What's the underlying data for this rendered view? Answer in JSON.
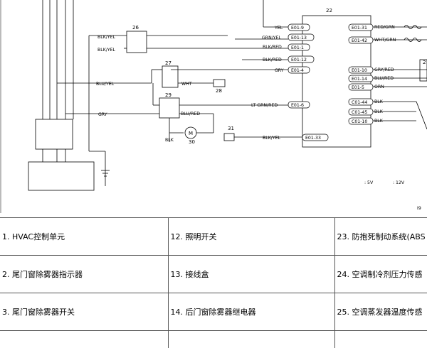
{
  "diagram": {
    "connector_numbers": [
      "22",
      "26",
      "27",
      "28",
      "29",
      "30",
      "31"
    ],
    "wire_labels": {
      "blk_yel_1": "BLK/YEL",
      "blk_yel_2": "BLK/YEL",
      "blu_yel": "BLU/YEL",
      "gry": "GRY",
      "wht": "WHT",
      "blu_red": "BLU/RED",
      "blk": "BLK",
      "yel_r": "YEL",
      "grn_yel_r": "GRN/YEL",
      "blk_red_r1": "BLK/RED",
      "blk_red_r2": "BLK/RED",
      "gry_r": "GRY",
      "lt_grn_red": "LT GRN/RED",
      "blk_yel_r": "BLK/YEL",
      "red_grn": "RED/GRN",
      "wht_grn": "WHT/GRN",
      "gry_red": "GRY/RED",
      "blu_red_r": "BLU/RED",
      "orn": "ORN",
      "blk_c1": "BLK",
      "blk_c2": "BLK",
      "blk_c3": "BLK"
    },
    "pins": {
      "e01_9": "E01-9",
      "e01_13": "E01-13",
      "e01_1": "E01-1",
      "e01_12": "E01-12",
      "e01_4": "E01-4",
      "e01_6": "E01-6",
      "e01_33": "E01-33",
      "e01_31": "E01-31",
      "e01_42": "E01-42",
      "e01_10": "E01-10",
      "e01_14": "E01-14",
      "e01_5": "E01-5",
      "c01_44": "C01-44",
      "c01_45": "C01-45",
      "c01_10": "C01-10"
    },
    "motor_symbol": "M",
    "voltage_note_1": ": 5V",
    "voltage_note_2": ": 12V",
    "edge_mark_right": "2",
    "corner_code": "I9"
  },
  "legend": {
    "rows": [
      [
        "1. HVAC控制单元",
        "12. 照明开关",
        "23. 防抱死制动系统(ABS"
      ],
      [
        "2. 尾门窗除雾器指示器",
        "13. 接线盒",
        "24. 空调制冷剂压力传感"
      ],
      [
        "3. 尾门窗除雾器开关",
        "14. 后门窗除雾器继电器",
        "25. 空调蒸发器温度传感"
      ],
      [
        "",
        "",
        ""
      ]
    ]
  }
}
